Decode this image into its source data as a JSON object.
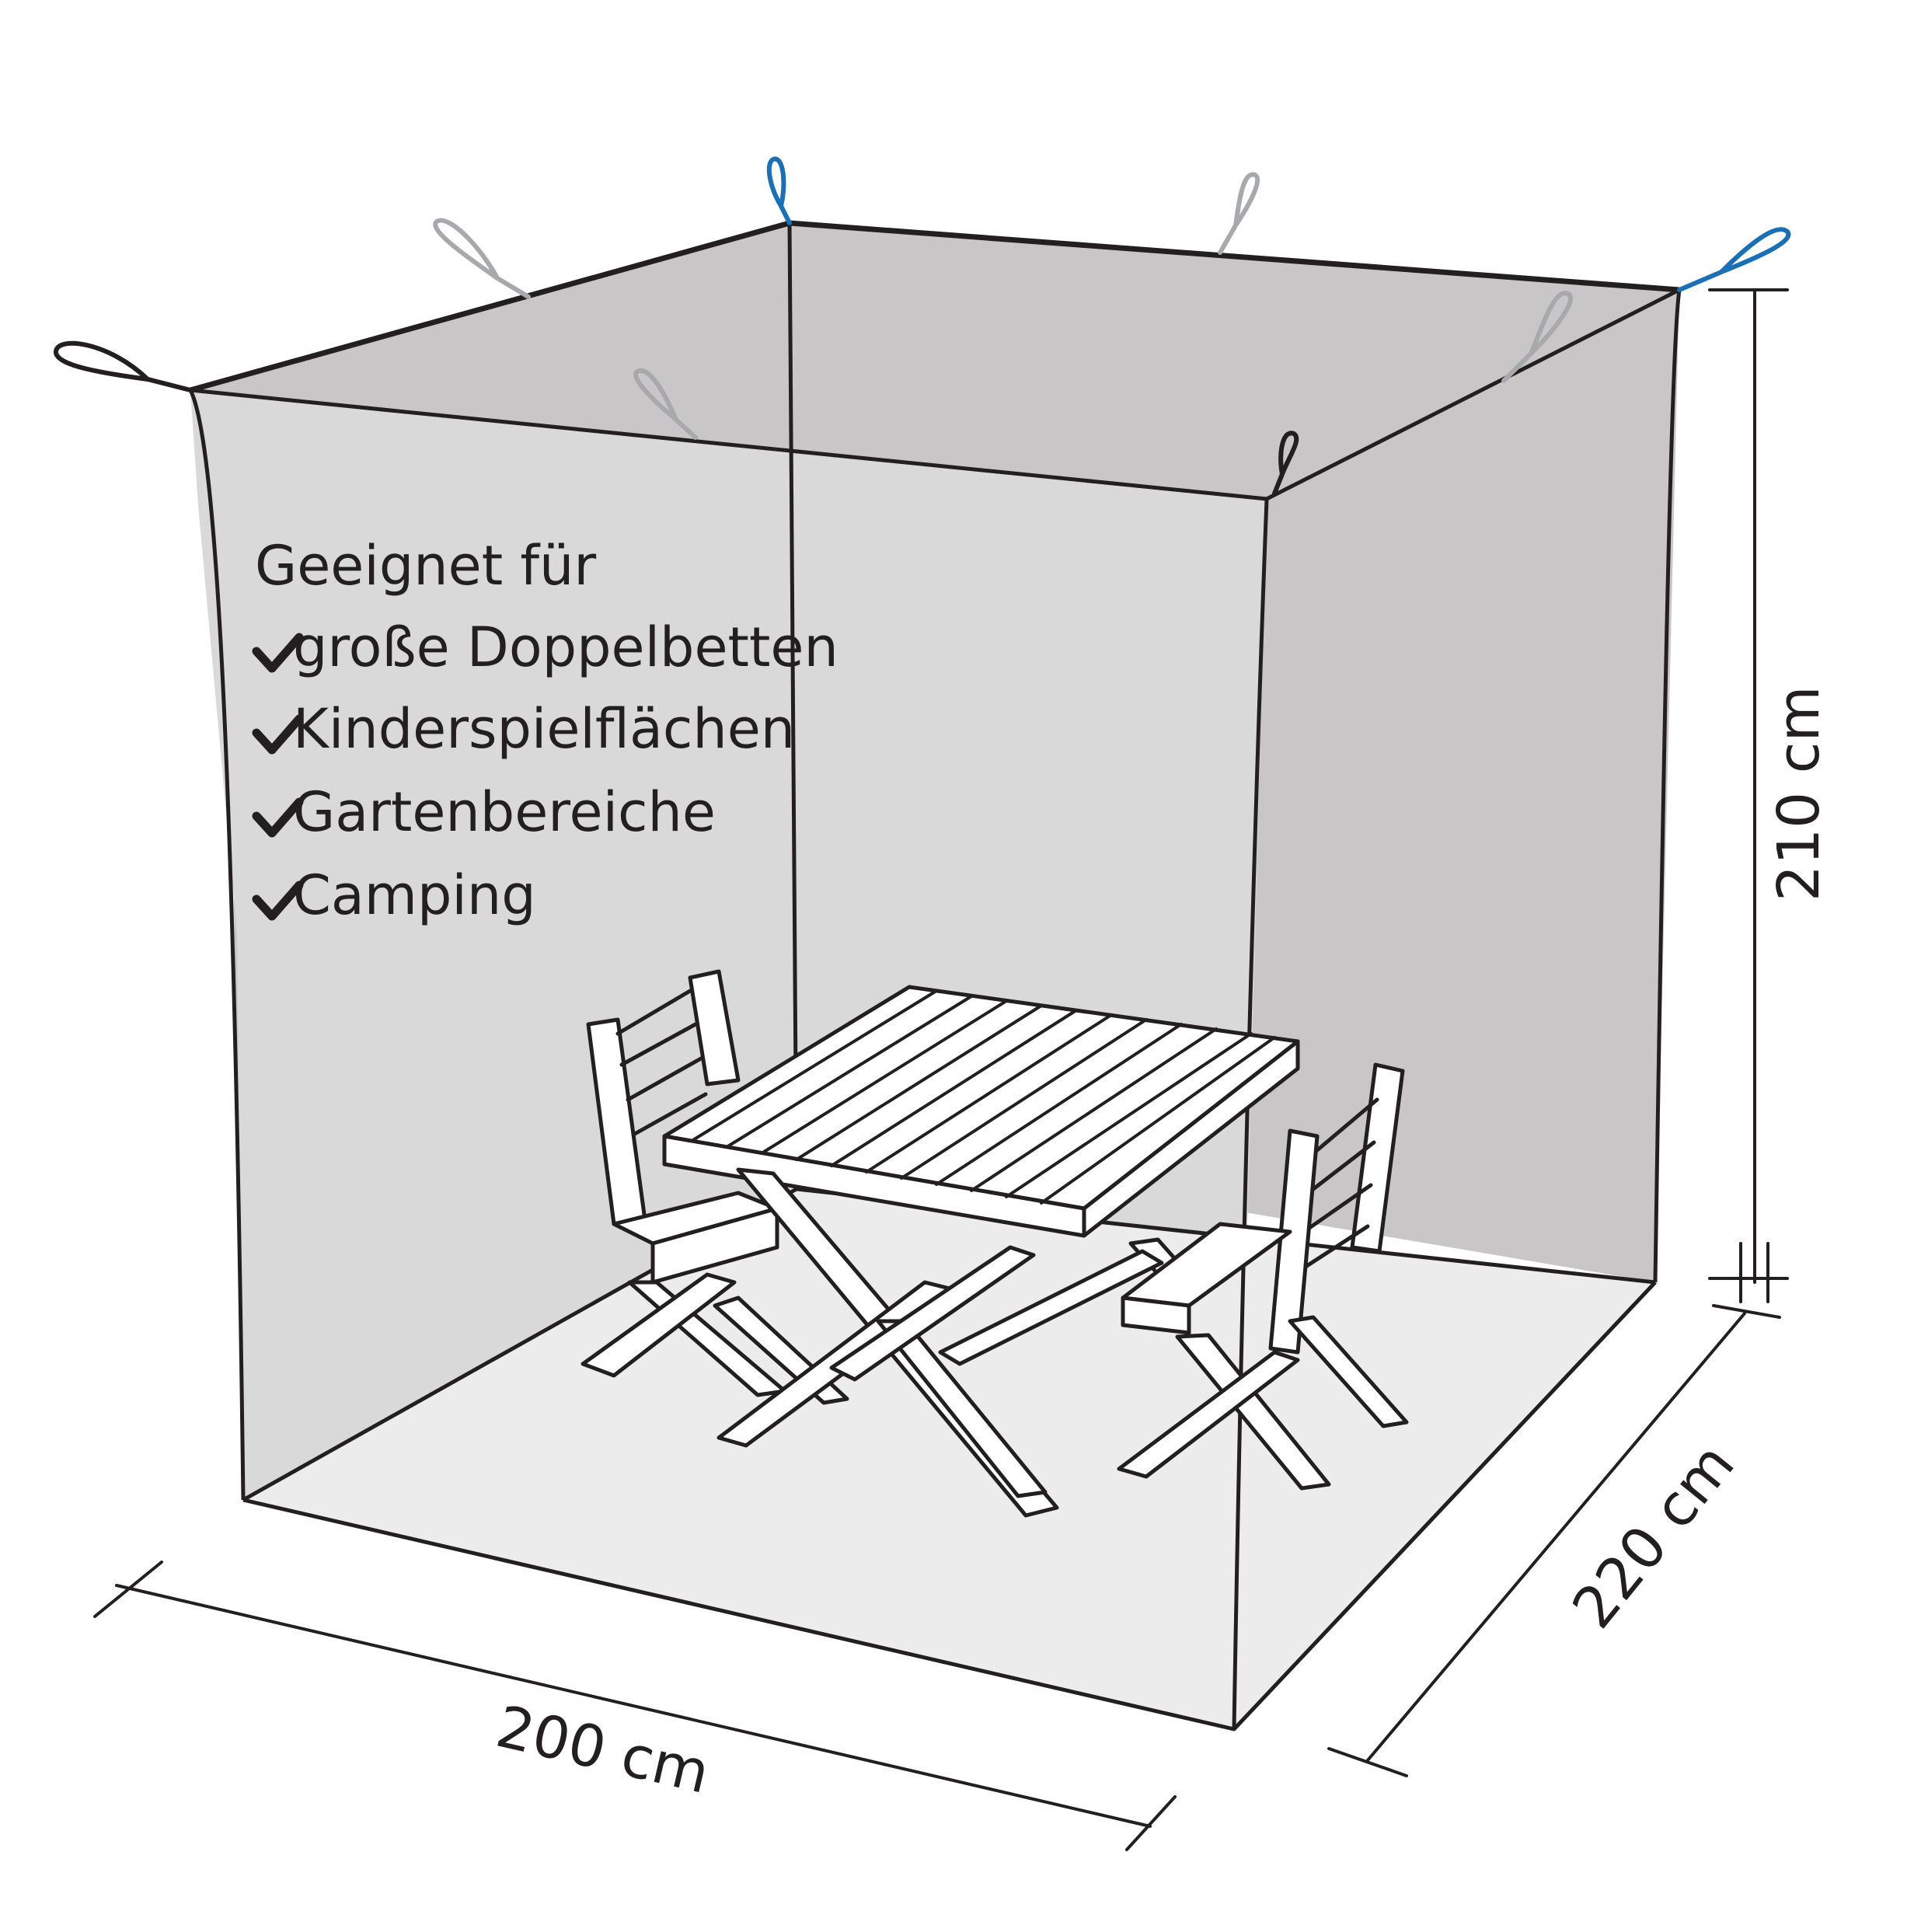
{
  "features": {
    "heading": "Geeignet für",
    "items": [
      "große Doppelbetten",
      "Kinderspielflächen",
      "Gartenbereiche",
      "Camping"
    ]
  },
  "dimensions": {
    "width": "200 cm",
    "depth": "220 cm",
    "height": "210 cm"
  },
  "colors": {
    "back_wall": "#c9c6c7",
    "side_wall": "#d9d9d9",
    "floor": "#ececec",
    "outline": "#231f20",
    "loop_grey": "#a7a9ac",
    "loop_blue": "#1a6fb5",
    "loop_black": "#231f20"
  },
  "icons": {
    "check": "check-icon",
    "hanging_loop": "hanging-loop-icon"
  }
}
